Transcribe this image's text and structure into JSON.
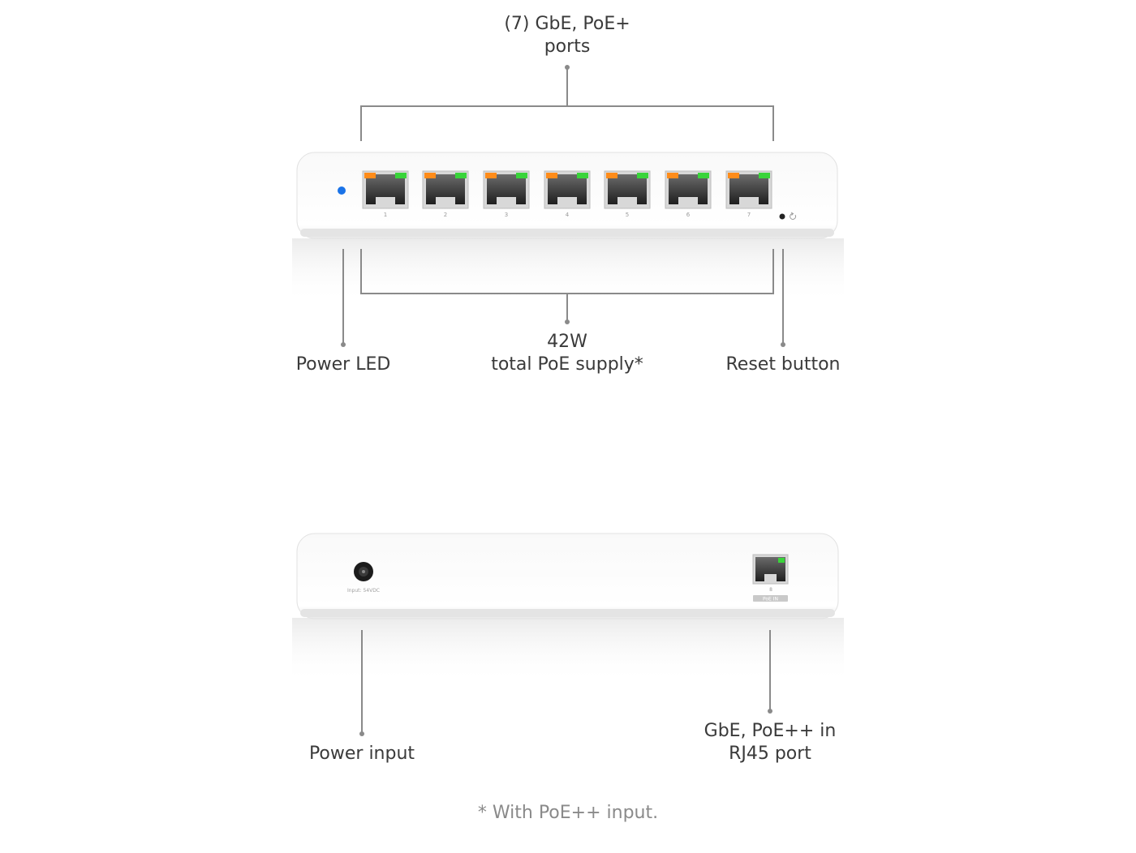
{
  "front": {
    "ports_label": [
      "(7) GbE, PoE+",
      "ports"
    ],
    "port_numbers": [
      "1",
      "2",
      "3",
      "4",
      "5",
      "6",
      "7"
    ],
    "power_led_label": "Power LED",
    "poe_supply_label": [
      "42W",
      "total PoE supply*"
    ],
    "reset_label": "Reset button"
  },
  "back": {
    "power_input_label": "Power input",
    "input_rating_text": "Input: 54VDC",
    "uplink_label": [
      "GbE, PoE++ in",
      "RJ45 port"
    ],
    "uplink_port_number": "8",
    "uplink_port_tag": "PoE IN"
  },
  "footnote": "* With PoE++ input.",
  "colors": {
    "led_blue": "#1a73e8",
    "port_amber": "#ff8c1a",
    "port_green": "#39d43a",
    "line_gray": "#8a8a8a"
  }
}
